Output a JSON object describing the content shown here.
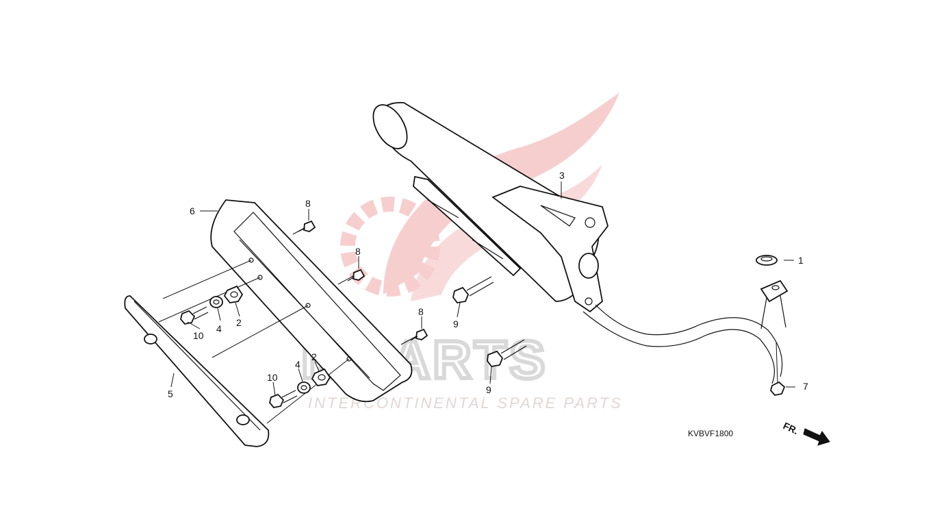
{
  "watermark": {
    "brand": "ISPARTS",
    "tagline": "INTERCONTINENTAL SPARE PARTS",
    "emblem_color": "#f2a7a7",
    "text_color": "#d9d9d9"
  },
  "diagram_code": "KVBVF1800",
  "front_indicator": "FR.",
  "callouts": {
    "c1": "1",
    "c2a": "2",
    "c2b": "2",
    "c3": "3",
    "c4a": "4",
    "c4b": "4",
    "c5": "5",
    "c6": "6",
    "c7": "7",
    "c8a": "8",
    "c8b": "8",
    "c8c": "8",
    "c9a": "9",
    "c9b": "9",
    "c10a": "10",
    "c10b": "10"
  }
}
